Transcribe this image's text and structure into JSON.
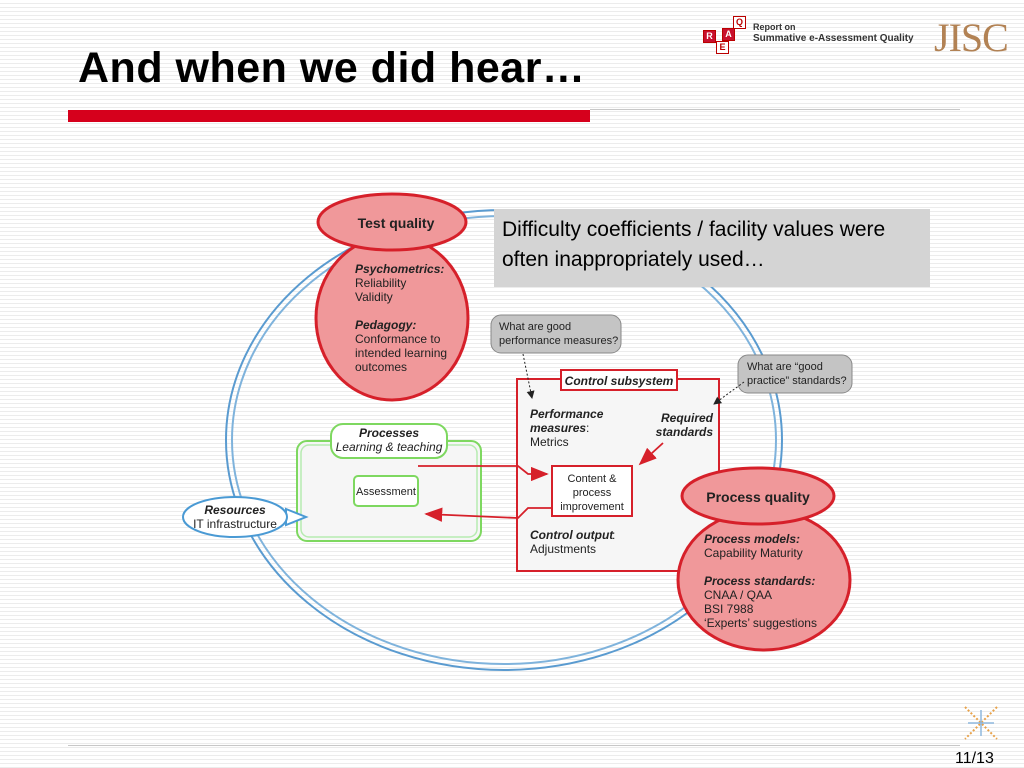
{
  "slide": {
    "title": "And when we did hear…",
    "page_number": "11/13"
  },
  "logos": {
    "reaq_letters": [
      "R",
      "E",
      "A",
      "Q"
    ],
    "reaq_line1": "Report on",
    "reaq_line2": "Summative e-Assessment Quality",
    "jisc": "JISC"
  },
  "callout": {
    "text": "Difficulty coefficients / facility values were often inappropriately used…"
  },
  "diagram": {
    "test_quality": {
      "title": "Test quality",
      "psychometrics_heading": "Psychometrics:",
      "psychometrics_items": [
        "Reliability",
        "Validity"
      ],
      "pedagogy_heading": "Pedagogy:",
      "pedagogy_items": [
        "Conformance to",
        "intended learning",
        "outcomes"
      ]
    },
    "processes": {
      "heading": "Processes",
      "subtitle": "Learning & teaching",
      "assessment": "Assessment"
    },
    "resources": {
      "heading": "Resources",
      "subtitle": "IT infrastructure"
    },
    "control_subsystem": {
      "title": "Control subsystem",
      "performance_heading": [
        "Performance",
        "measures"
      ],
      "performance_item": "Metrics",
      "required_standards": [
        "Required",
        "standards"
      ],
      "content_box": [
        "Content &",
        "process",
        "improvement"
      ],
      "control_output_heading": "Control output",
      "control_output_item": "Adjustments"
    },
    "bubble_performance": [
      "What are good",
      "performance measures?"
    ],
    "bubble_practice": [
      "What are “good",
      "practice” standards?"
    ],
    "process_quality": {
      "title": "Process quality",
      "models_heading": "Process models:",
      "models_items": [
        "Capability Maturity"
      ],
      "standards_heading": "Process standards:",
      "standards_items": [
        "CNAA / QAA",
        "BSI 7988",
        "‘Experts’ suggestions"
      ]
    }
  },
  "colors": {
    "accent_red": "#d6001c",
    "pink_fill": "#f0989a",
    "ellipse_blue": "#5a9bd0",
    "green_border": "#7ed860",
    "callout_gray": "#d4d4d4",
    "jisc_brown": "#b28254"
  }
}
